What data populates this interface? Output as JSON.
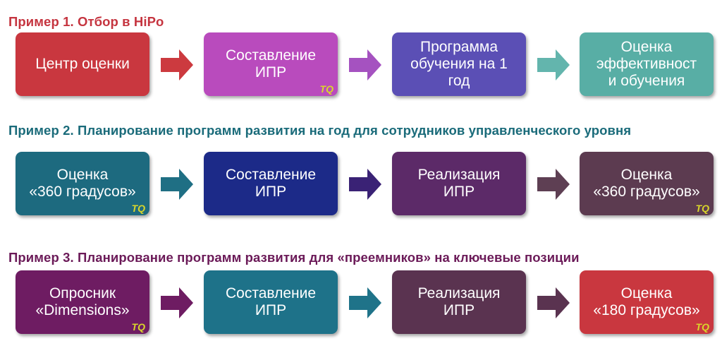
{
  "rows": [
    {
      "title": "Пример 1. Отбор в HiPo",
      "title_color": "#c5343f",
      "steps": [
        {
          "label": "Центр оценки",
          "color": "#c9373f",
          "tq": ""
        },
        {
          "label": "Составление\nИПР",
          "color": "#b94bbd",
          "tq": "TQ"
        },
        {
          "label": "Программа\nобучения на 1\nгод",
          "color": "#5b4fb5",
          "tq": ""
        },
        {
          "label": "Оценка\nэффективност\nи обучения",
          "color": "#58aea5",
          "tq": ""
        }
      ],
      "arrow_colors": [
        "#cc3a3f",
        "#a552c0",
        "#63b5ad"
      ]
    },
    {
      "title": "Пример 2. Планирование программ развития на год для сотрудников управленческого уровня",
      "title_color": "#1a6b7a",
      "steps": [
        {
          "label": "Оценка\n«360 градусов»",
          "color": "#1d6a7f",
          "tq": "TQ"
        },
        {
          "label": "Составление\nИПР",
          "color": "#1c2a88",
          "tq": ""
        },
        {
          "label": "Реализация\nИПР",
          "color": "#5c2a68",
          "tq": ""
        },
        {
          "label": "Оценка\n«360 градусов»",
          "color": "#5c3b50",
          "tq": "TQ"
        }
      ],
      "arrow_colors": [
        "#1f6f84",
        "#3a2275",
        "#5e3f53"
      ]
    },
    {
      "title": "Пример 3. Планирование программ развития для «преемников» на ключевые позиции",
      "title_color": "#6b1a58",
      "steps": [
        {
          "label": "Опросник\n«Dimensions»",
          "color": "#6e1c62",
          "tq": "TQ"
        },
        {
          "label": "Составление\nИПР",
          "color": "#1e7289",
          "tq": ""
        },
        {
          "label": "Реализация\nИПР",
          "color": "#5a3350",
          "tq": ""
        },
        {
          "label": "Оценка\n«180 градусов»",
          "color": "#c9373f",
          "tq": "TQ"
        }
      ],
      "arrow_colors": [
        "#6e1c62",
        "#1f7389",
        "#5a3350"
      ]
    }
  ]
}
